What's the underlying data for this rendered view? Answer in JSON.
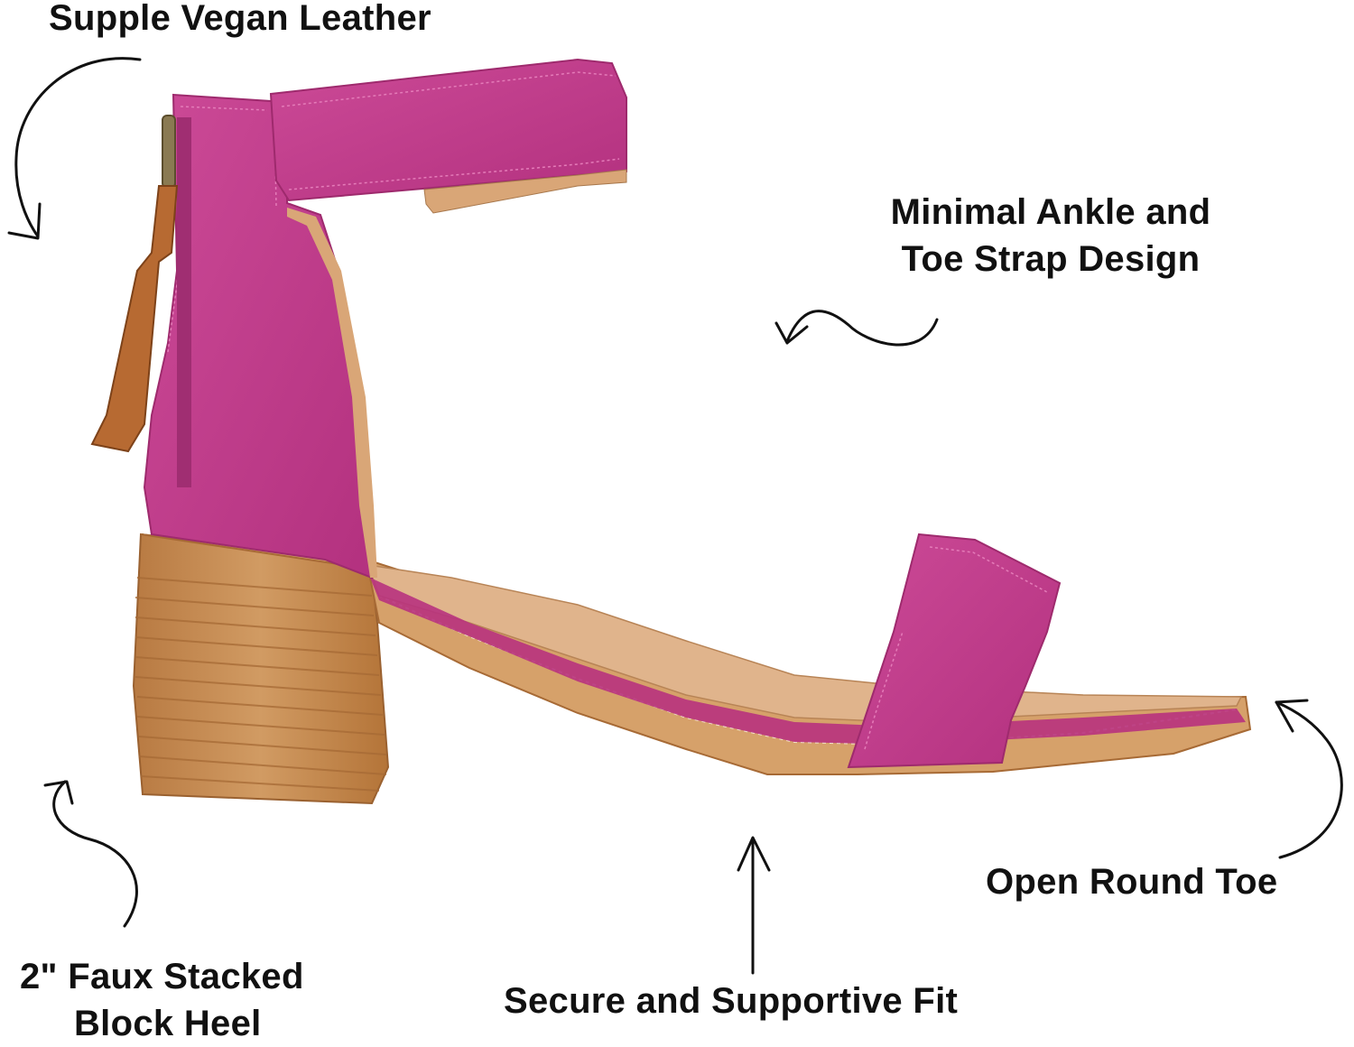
{
  "features": {
    "leather": "Supple Vegan Leather",
    "strap_line1": "Minimal Ankle and",
    "strap_line2": "Toe Strap Design",
    "toe": "Open Round Toe",
    "heel_line1": "2\" Faux Stacked",
    "heel_line2": "Block Heel",
    "fit": "Secure and Supportive Fit"
  },
  "colors": {
    "leather_main": "#c43d8d",
    "leather_shadow": "#9e2a6d",
    "footbed_tan": "#d4a57d",
    "heel_wood": "#c98e57",
    "heel_dark": "#a76a35",
    "zipper_pull": "#b76a32",
    "text": "#111111"
  },
  "icons": [
    "curved-arrow-icon",
    "wavy-arrow-icon",
    "straight-arrow-icon",
    "sandal-image"
  ]
}
